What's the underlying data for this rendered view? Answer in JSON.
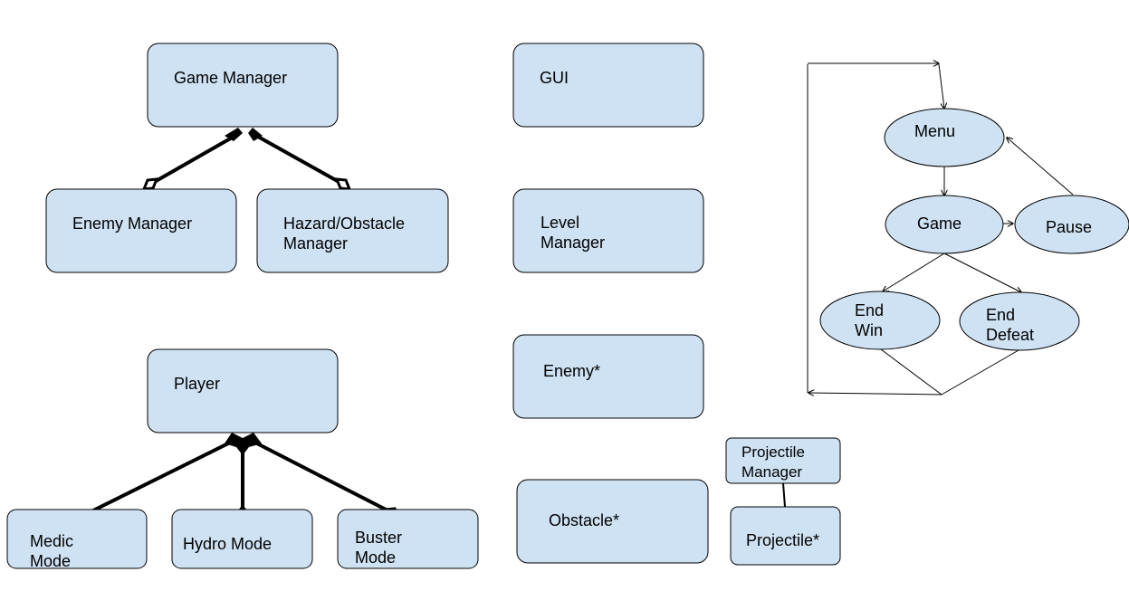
{
  "colors": {
    "box_fill": "#cfe2f3",
    "stroke": "#000000",
    "background": "#ffffff"
  },
  "classes": {
    "game_manager": [
      "Game Manager"
    ],
    "enemy_manager": [
      "Enemy Manager"
    ],
    "hazard_manager": [
      "Hazard/Obstacle",
      "Manager"
    ],
    "player": [
      "Player"
    ],
    "medic_mode": [
      "Medic",
      "Mode"
    ],
    "hydro_mode": [
      "Hydro Mode"
    ],
    "buster_mode": [
      "Buster",
      "Mode"
    ],
    "gui": [
      "GUI"
    ],
    "level_manager": [
      "Level",
      "Manager"
    ],
    "enemy": [
      "Enemy*"
    ],
    "obstacle": [
      "Obstacle*"
    ],
    "projectile_manager": [
      "Projectile",
      "Manager"
    ],
    "projectile": [
      "Projectile*"
    ]
  },
  "states": {
    "menu": [
      "Menu"
    ],
    "game": [
      "Game"
    ],
    "pause": [
      "Pause"
    ],
    "end_win": [
      "End",
      "Win"
    ],
    "end_defeat": [
      "End",
      "Defeat"
    ]
  },
  "relations": [
    {
      "from": "game_manager",
      "to": "enemy_manager",
      "type": "composition"
    },
    {
      "from": "game_manager",
      "to": "hazard_manager",
      "type": "composition"
    },
    {
      "from": "player",
      "to": "medic_mode",
      "type": "composition"
    },
    {
      "from": "player",
      "to": "hydro_mode",
      "type": "composition"
    },
    {
      "from": "player",
      "to": "buster_mode",
      "type": "composition"
    },
    {
      "from": "projectile_manager",
      "to": "projectile",
      "type": "association"
    }
  ],
  "transitions": [
    {
      "from": "menu",
      "to": "game"
    },
    {
      "from": "game",
      "to": "pause"
    },
    {
      "from": "pause",
      "to": "menu"
    },
    {
      "from": "game",
      "to": "end_win"
    },
    {
      "from": "game",
      "to": "end_defeat"
    },
    {
      "from": "end_win",
      "to": "menu"
    },
    {
      "from": "end_defeat",
      "to": "menu"
    }
  ]
}
